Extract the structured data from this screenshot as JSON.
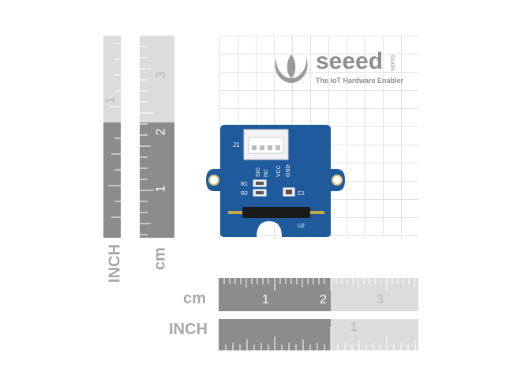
{
  "logo": {
    "brand": "seeed",
    "tagline": "The IoT Hardware Enabler",
    "sub": "studio"
  },
  "rulers": {
    "vertical_inch": {
      "unit": "INCH",
      "numbers": [
        "1"
      ]
    },
    "vertical_cm": {
      "unit": "cm",
      "numbers": [
        "3",
        "2",
        "1"
      ]
    },
    "horizontal_cm": {
      "unit": "cm",
      "numbers": [
        "1",
        "2",
        "3"
      ]
    },
    "horizontal_inch": {
      "unit": "INCH",
      "numbers": [
        "1"
      ]
    }
  },
  "board": {
    "labels": [
      "J1",
      "SIG",
      "NC",
      "VCC",
      "GND",
      "R1",
      "R2",
      "C1",
      "U2"
    ],
    "color": "#1f5a9c"
  }
}
